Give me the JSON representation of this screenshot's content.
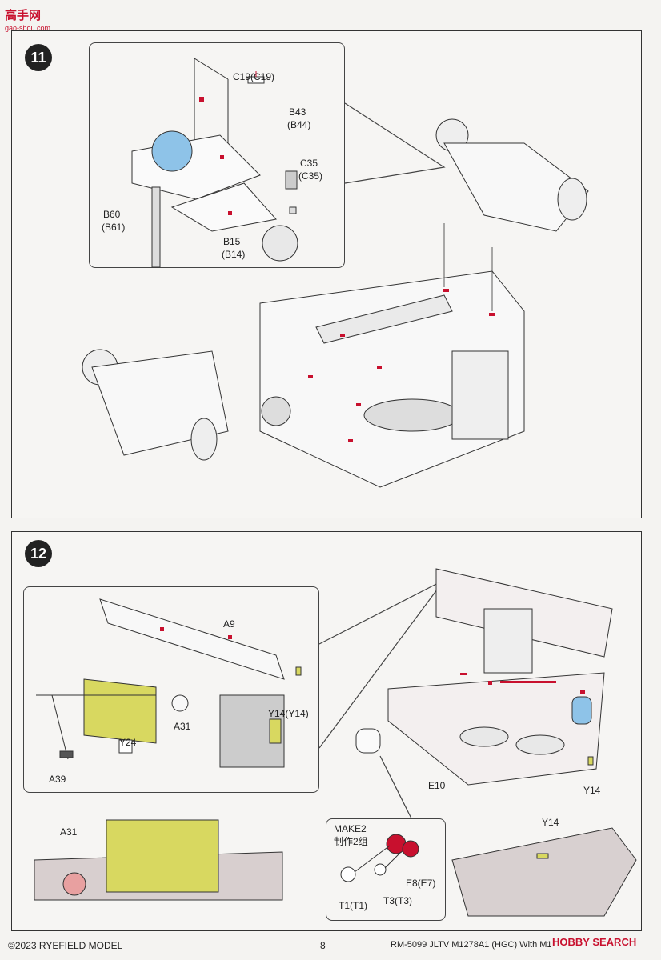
{
  "watermark": {
    "brand": "高手网",
    "url": "gao-shou.com"
  },
  "step11": {
    "number": "11",
    "labels": {
      "c19": "C19(C19)",
      "b43": "B43",
      "b44": "(B44)",
      "c35": "C35",
      "c35b": "(C35)",
      "b60": "B60",
      "b61": "(B61)",
      "b15": "B15",
      "b14": "(B14)"
    }
  },
  "step12": {
    "number": "12",
    "labels": {
      "a9": "A9",
      "y14a": "Y14(Y14)",
      "a31": "A31",
      "y24": "Y24",
      "a39": "A39",
      "e10": "E10",
      "y14b": "Y14",
      "a31b": "A31",
      "y14c": "Y14",
      "make2": "MAKE2",
      "make2cn": "制作2组",
      "e8": "E8(E7)",
      "t1": "T1(T1)",
      "t3": "T3(T3)"
    }
  },
  "footer": {
    "copyright": "©2023 RYEFIELD MODEL",
    "page": "8",
    "model": "RM-5099 JLTV M1278A1 (HGC) With M153 CROWS II",
    "site": "HOBBY SEARCH"
  },
  "colors": {
    "red_marker": "#c8102e",
    "yellow_pe": "#d8d860",
    "blue_part": "#8ec3e8"
  }
}
